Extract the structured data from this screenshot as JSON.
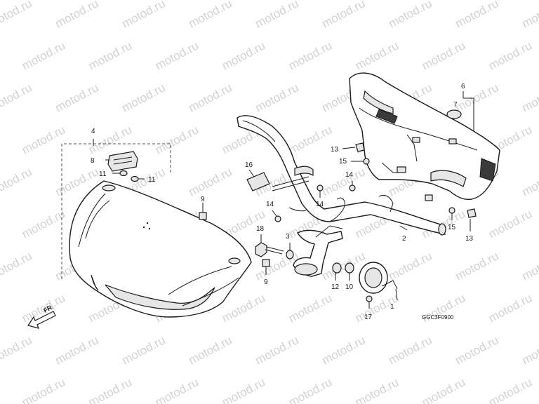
{
  "watermark": {
    "text": "motod.ru"
  },
  "diagram_code": "GGC3F0900",
  "direction_label": "FR.",
  "callouts": {
    "c1": "1",
    "c2": "2",
    "c3": "3",
    "c4": "4",
    "c6": "6",
    "c7": "7",
    "c8": "8",
    "c9a": "9",
    "c9b": "9",
    "c10": "10",
    "c11a": "11",
    "c11b": "11",
    "c12": "12",
    "c13a": "13",
    "c13b": "13",
    "c14a": "14",
    "c14b": "14",
    "c14c": "14",
    "c15a": "15",
    "c15b": "15",
    "c16": "16",
    "c17": "17",
    "c18": "18"
  },
  "colors": {
    "line": "#1a1a1a",
    "watermark": "#d2d2d2",
    "background": "#ffffff"
  }
}
